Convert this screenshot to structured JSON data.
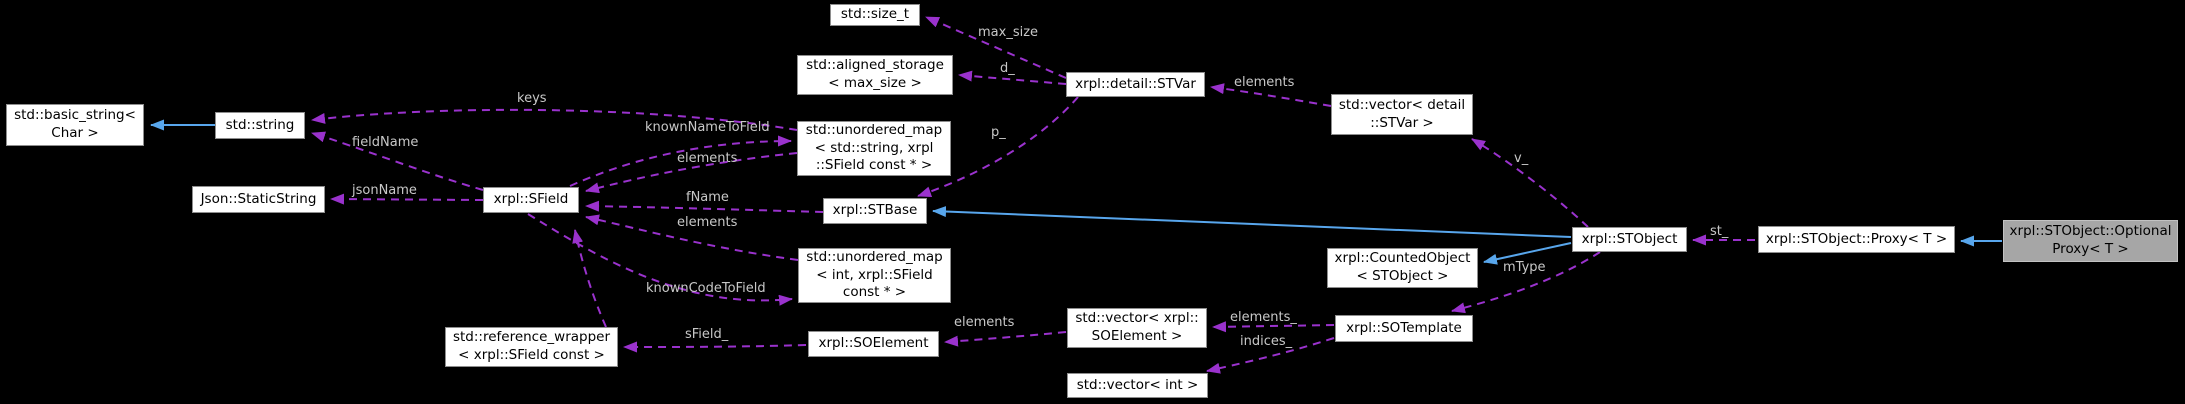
{
  "nodes": {
    "basic_string": {
      "label": "std::basic_string<\nChar >"
    },
    "string": {
      "label": "std::string"
    },
    "size_t": {
      "label": "std::size_t"
    },
    "aligned_storage": {
      "label": "std::aligned_storage\n< max_size >"
    },
    "umap_string": {
      "label": "std::unordered_map\n< std::string, xrpl\n::SField const * >"
    },
    "stvar": {
      "label": "xrpl::detail::STVar"
    },
    "vector_stvar": {
      "label": "std::vector< detail\n::STVar >"
    },
    "staticstring": {
      "label": "Json::StaticString"
    },
    "sfield": {
      "label": "xrpl::SField"
    },
    "stbase": {
      "label": "xrpl::STBase"
    },
    "umap_int": {
      "label": "std::unordered_map\n< int, xrpl::SField\nconst * >"
    },
    "refwrap": {
      "label": "std::reference_wrapper\n< xrpl::SField const >"
    },
    "soelement": {
      "label": "xrpl::SOElement"
    },
    "vector_soelement": {
      "label": "std::vector< xrpl::\nSOElement >"
    },
    "vector_int": {
      "label": "std::vector< int >"
    },
    "sotemplate": {
      "label": "xrpl::SOTemplate"
    },
    "countedobject": {
      "label": "xrpl::CountedObject\n< STObject >"
    },
    "stobject": {
      "label": "xrpl::STObject"
    },
    "proxy": {
      "label": "xrpl::STObject::Proxy< T >"
    },
    "optionalproxy": {
      "label": "xrpl::STObject::Optional\nProxy< T >"
    }
  },
  "edge_labels": {
    "keys": "keys",
    "max_size": "max_size",
    "d": "d_",
    "p": "p_",
    "elements_stvar": "elements",
    "v": "v_",
    "fieldName": "fieldName",
    "knownNameToField": "knownNameToField",
    "elements_map_string": "elements",
    "fName": "fName",
    "elements_map_int": "elements",
    "jsonName": "jsonName",
    "knownCodeToField": "knownCodeToField",
    "sField": "sField_",
    "elements_soelement": "elements",
    "elements_vec": "elements_",
    "indices": "indices_",
    "mType": "mType",
    "st": "st_"
  },
  "colors": {
    "background": "#000000",
    "usage_edge": "#9a32cd",
    "inheritance_edge": "#58a6ec",
    "node_fill": "#ffffff",
    "node_border": "#8e8e8e",
    "highlight_fill": "#a6a6a6",
    "edge_label_text": "#c8c8c8",
    "node_text": "#000000"
  }
}
